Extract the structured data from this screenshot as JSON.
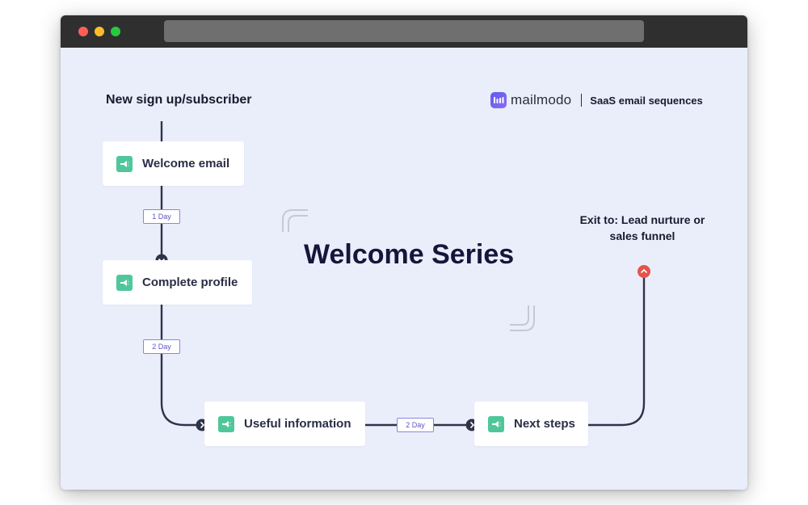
{
  "window": {
    "controls": [
      "close",
      "minimize",
      "maximize"
    ]
  },
  "header": {
    "trigger_label": "New sign up/subscriber",
    "brand_name": "mailmodo",
    "brand_tagline": "SaaS email sequences"
  },
  "title": "Welcome Series",
  "nodes": [
    {
      "label": "Welcome email",
      "icon": "megaphone-icon"
    },
    {
      "label": "Complete profile",
      "icon": "megaphone-icon"
    },
    {
      "label": "Useful information",
      "icon": "megaphone-icon"
    },
    {
      "label": "Next steps",
      "icon": "megaphone-icon"
    }
  ],
  "delays": [
    "1 Day",
    "2 Day",
    "2 Day"
  ],
  "exit": {
    "line1": "Exit to: Lead nurture or",
    "line2": "sales funnel"
  },
  "colors": {
    "background": "#eaeefb",
    "icon_green": "#4fc79a",
    "connector": "#2f3349",
    "delay_border": "#8b85e0",
    "exit_marker": "#e5534b",
    "brand": "#6b5cf0"
  }
}
